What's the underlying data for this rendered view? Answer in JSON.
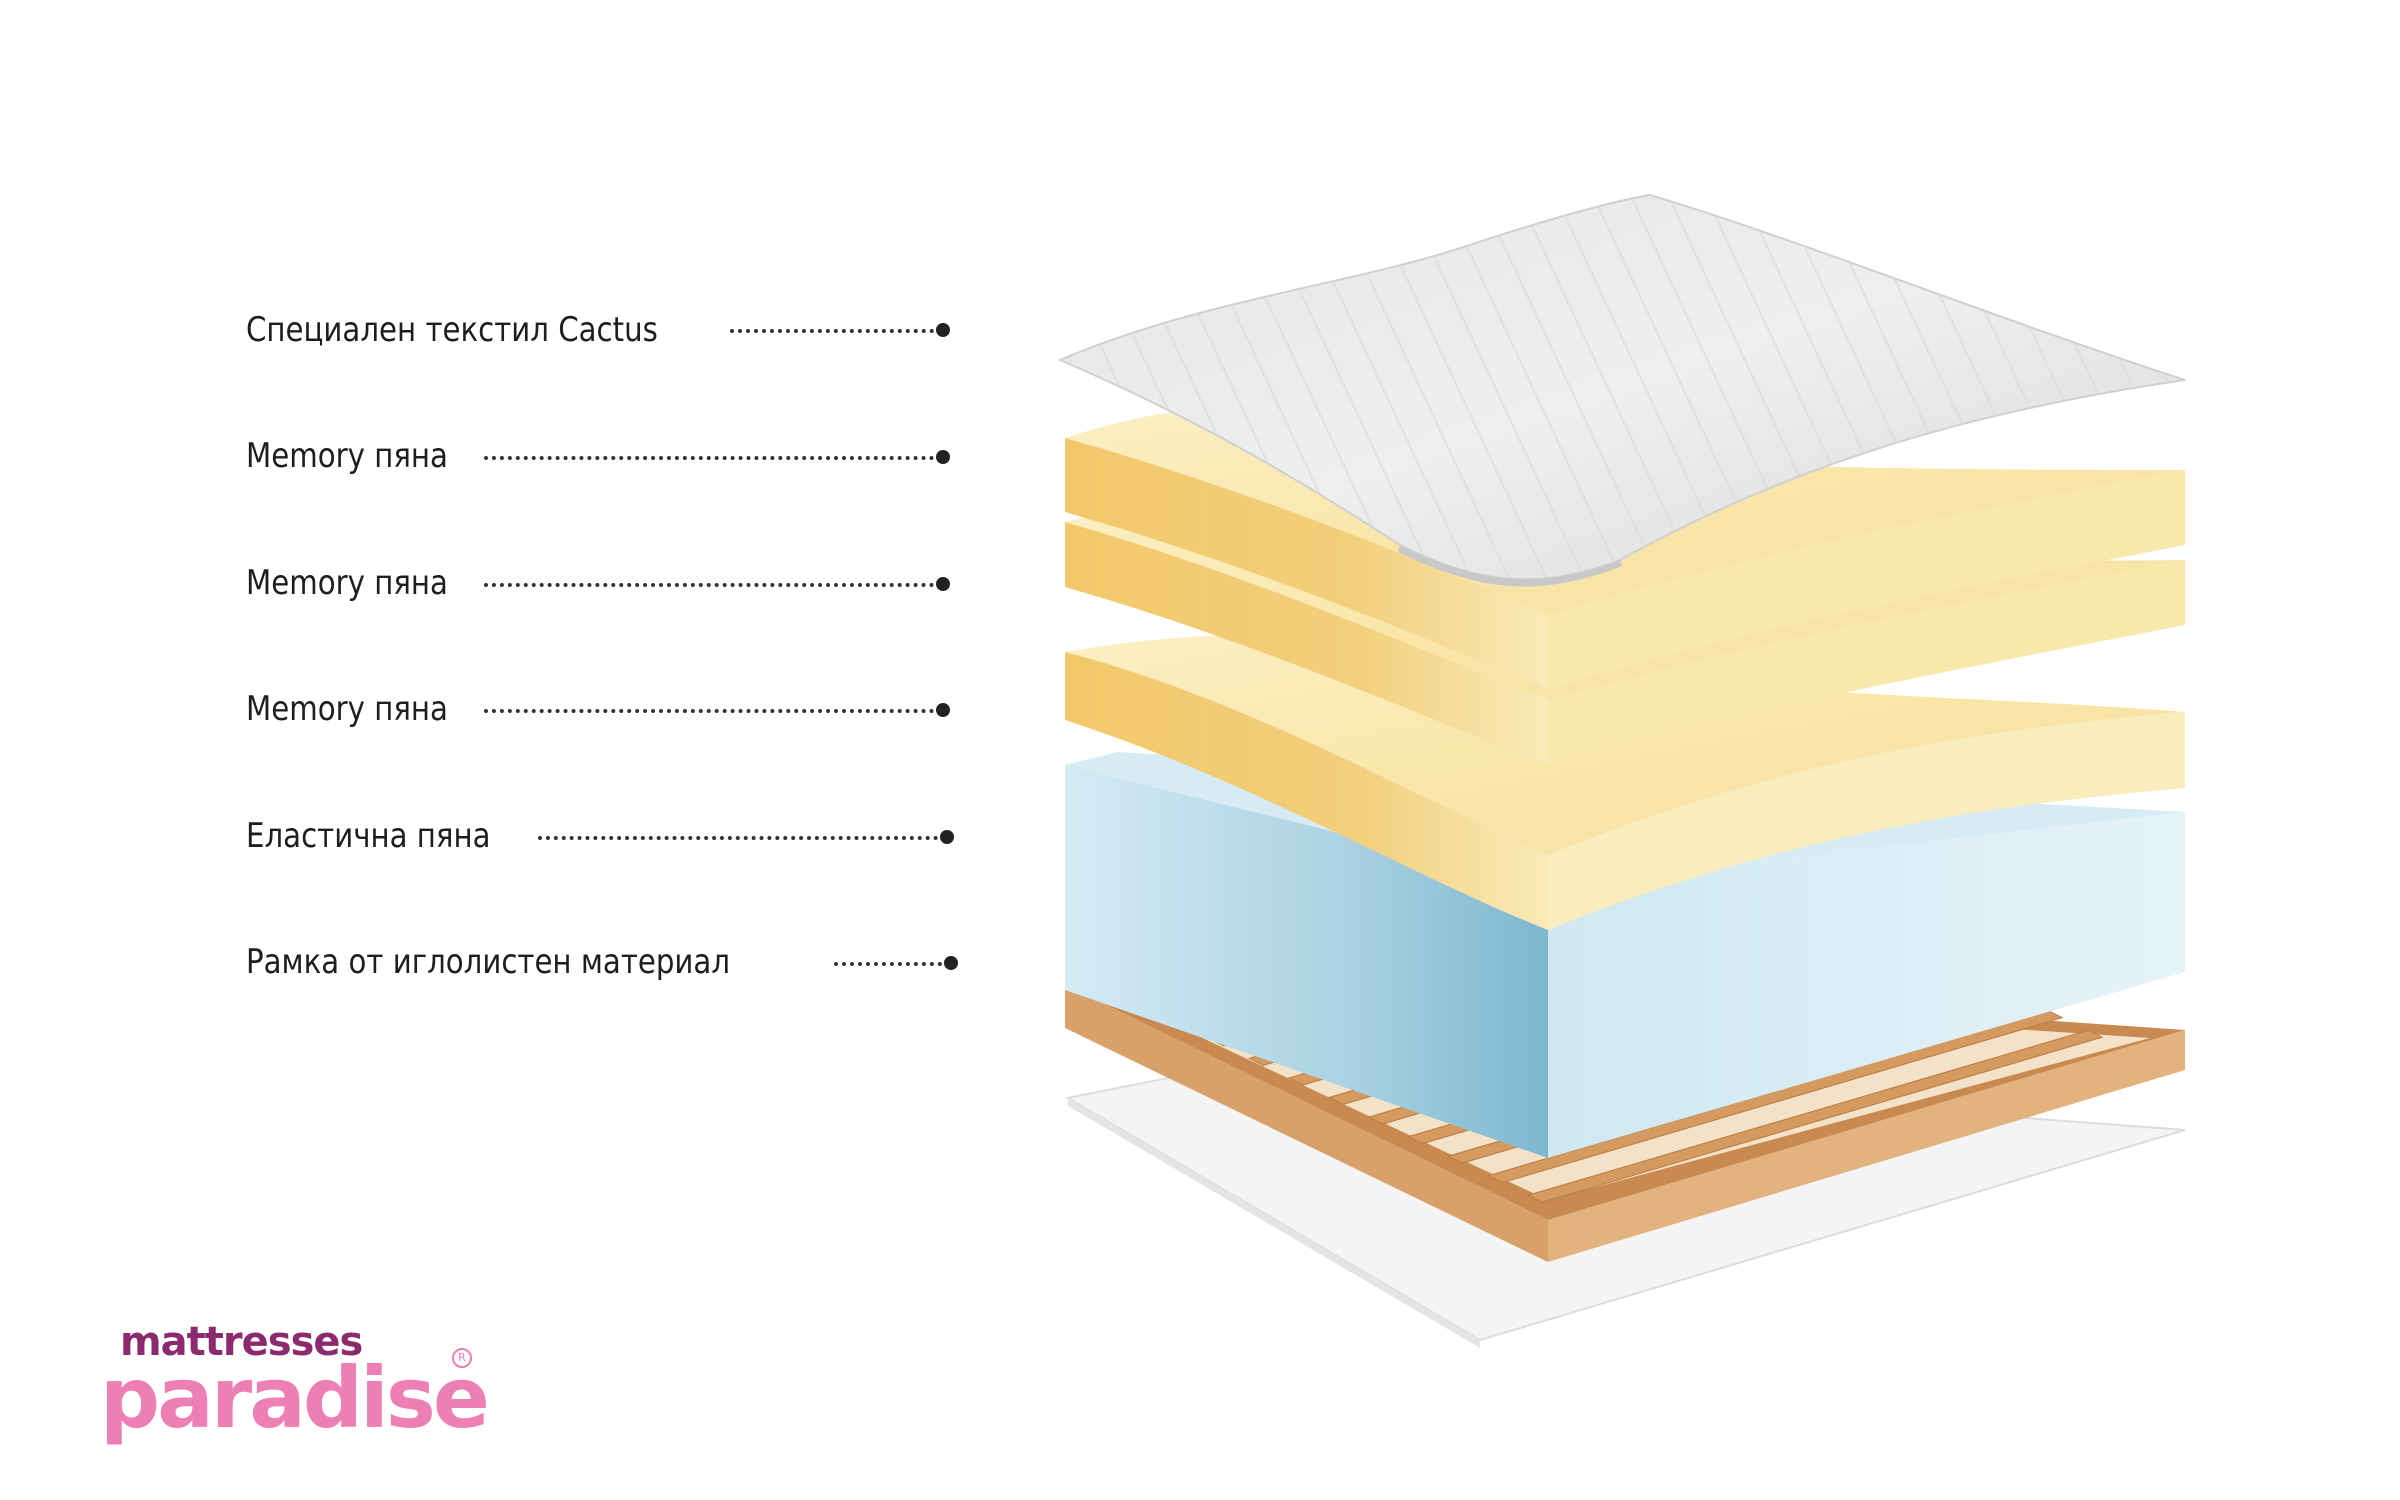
{
  "labels": [
    {
      "text": "Специален текстил Cactus"
    },
    {
      "text": "Memory пяна"
    },
    {
      "text": "Memory пяна"
    },
    {
      "text": "Memory пяна"
    },
    {
      "text": "Еластична пяна"
    },
    {
      "text": "Рамка от иглолистен материал"
    }
  ],
  "logo": {
    "top": "mattresses",
    "main": "paradise",
    "reg": "R"
  },
  "colors": {
    "textile": "#eef0ef",
    "memory_foam": "#f8e4a4",
    "elastic_foam": "#cfe6f1",
    "wood": "#d49a63",
    "base_sheet": "#f7f7f7",
    "logo_purple": "#8c2a6f",
    "logo_pink": "#ee7fb4"
  }
}
